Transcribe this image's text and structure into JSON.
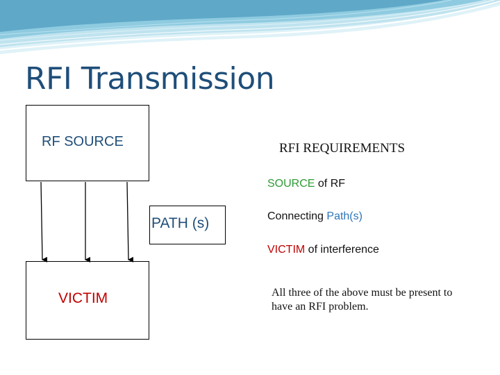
{
  "title": "RFI Transmission",
  "diagram": {
    "source_label": "RF SOURCE",
    "path_label": "PATH (s)",
    "victim_label": "VICTIM"
  },
  "requirements": {
    "heading": "RFI REQUIREMENTS",
    "items": [
      {
        "highlight": "SOURCE",
        "rest": " of RF",
        "highlight_color": "green",
        "order": "highlight-first"
      },
      {
        "highlight": "Path(s)",
        "prefix": "Connecting ",
        "highlight_color": "blue",
        "order": "prefix-first"
      },
      {
        "highlight": "VICTIM",
        "rest": " of interference",
        "highlight_color": "red",
        "order": "highlight-first"
      }
    ],
    "note": "All three of the above must be present to have an RFI problem."
  },
  "colors": {
    "title": "#1f4e79",
    "green": "#2e9b34",
    "blue": "#2e75b6",
    "red": "#c00000",
    "wave_dark": "#5fa8c8",
    "wave_light": "#bfe3ef"
  }
}
